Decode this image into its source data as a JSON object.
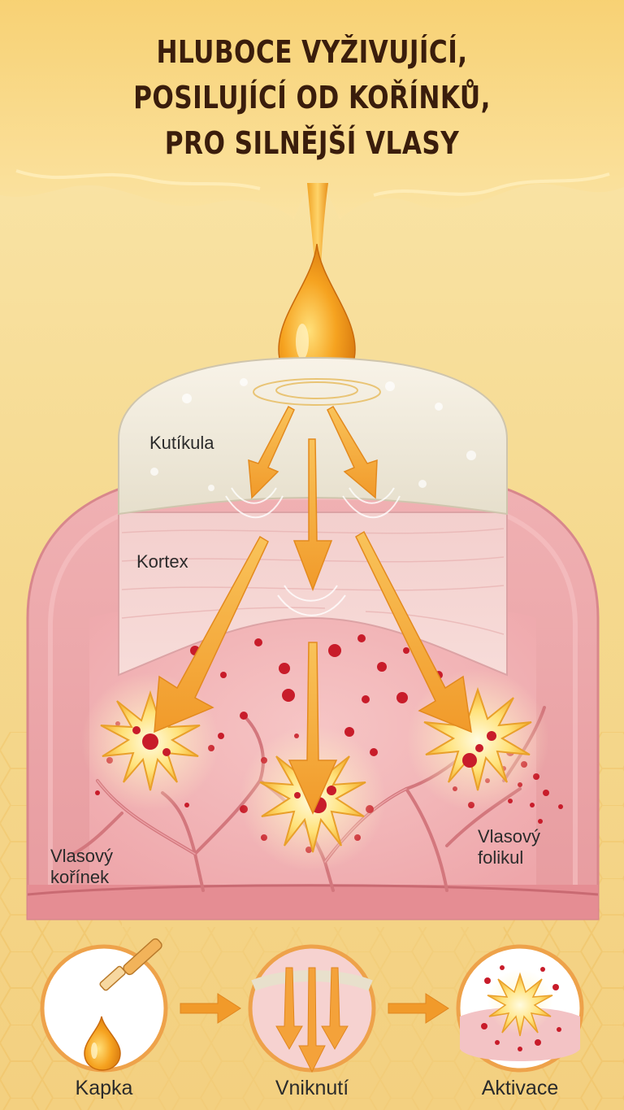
{
  "title": {
    "line1": "HLUBOCE VYŽIVUJÍCÍ,",
    "line2": "POSILUJÍCÍ OD KOŘÍNKŮ,",
    "line3": "PRO SILNĚJŠÍ VLASY"
  },
  "labels": {
    "cuticle": "Kutíkula",
    "cortex": "Kortex",
    "root_line1": "Vlasový",
    "root_line2": "kořínek",
    "follicle_line1": "Vlasový",
    "follicle_line2": "folikul"
  },
  "steps": [
    {
      "label": "Kapka",
      "icon": "dropper-drop-icon"
    },
    {
      "label": "Vniknutí",
      "icon": "penetration-arrows-icon"
    },
    {
      "label": "Aktivace",
      "icon": "burst-activation-icon"
    }
  ],
  "colors": {
    "background": "#f6d98c",
    "title": "#3a1d0c",
    "oil": "#f0a020",
    "skin": "#eba3a6",
    "cuticle": "#f1ebdc",
    "cortex": "#f5d6d4",
    "dots": "#c81c2a",
    "arrow": "#f4a23a"
  }
}
